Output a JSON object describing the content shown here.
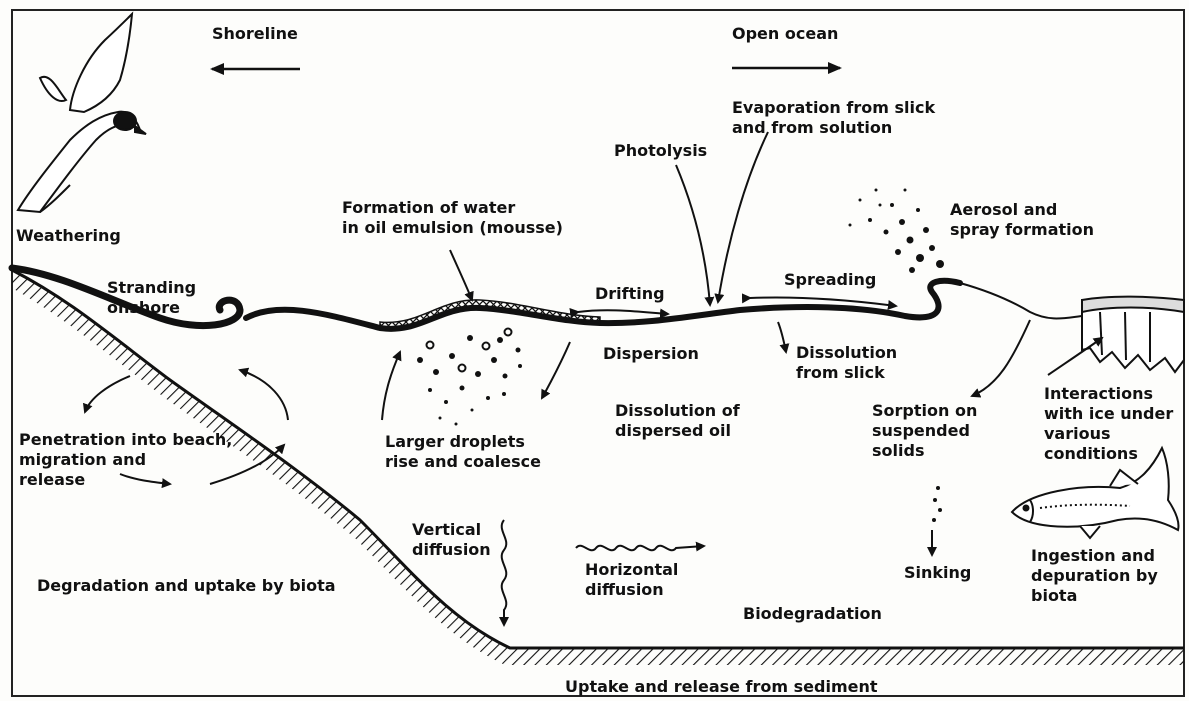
{
  "labels": {
    "shoreline": "Shoreline",
    "open_ocean": "Open ocean",
    "evaporation": "Evaporation from slick\nand from solution",
    "photolysis": "Photolysis",
    "weathering": "Weathering",
    "formation": "Formation of water\nin oil emulsion (mousse)",
    "aerosol": "Aerosol and\nspray formation",
    "stranding": "Stranding\nonshore",
    "drifting": "Drifting",
    "spreading": "Spreading",
    "dispersion": "Dispersion",
    "dissolution_slick": "Dissolution\nfrom slick",
    "penetration": "Penetration into beach,\nmigration and\nrelease",
    "larger_droplets": "Larger droplets\nrise and coalesce",
    "dissolution_dispersed": "Dissolution of\ndispersed oil",
    "sorption": "Sorption on\nsuspended\nsolids",
    "interactions_ice": "Interactions\nwith ice under\nvarious\nconditions",
    "vertical_diffusion": "Vertical\ndiffusion",
    "horizontal_diffusion": "Horizontal\ndiffusion",
    "sinking": "Sinking",
    "ingestion": "Ingestion and\ndepuration by\nbiota",
    "degradation": "Degradation and uptake by biota",
    "biodegradation": "Biodegradation",
    "uptake_sediment": "Uptake and release from sediment"
  }
}
